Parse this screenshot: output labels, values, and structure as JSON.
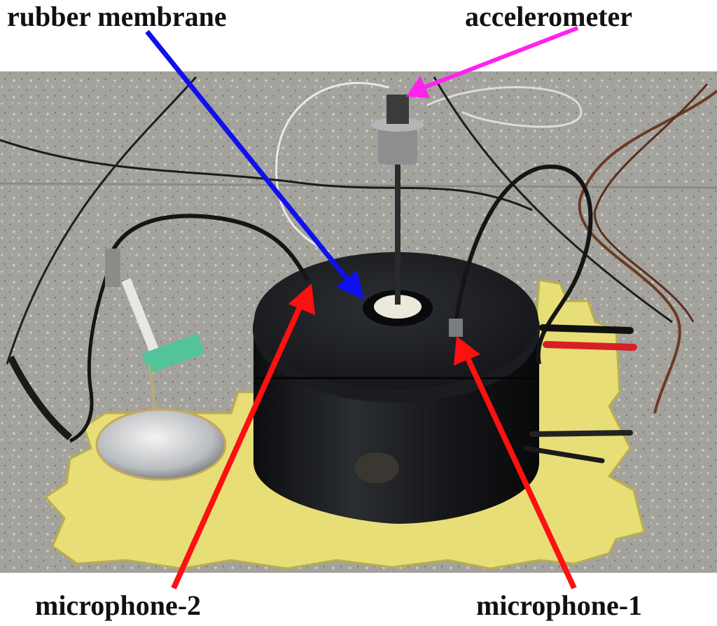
{
  "labels": {
    "rubber_membrane": "rubber membrane",
    "accelerometer": "accelerometer",
    "microphone_2": "microphone-2",
    "microphone_1": "microphone-1"
  },
  "colors": {
    "rubber_membrane_arrow": "#1010ee",
    "accelerometer_arrow": "#ff22ee",
    "microphone_arrow": "#ff1010",
    "label_text": "#111111",
    "background": "#ffffff",
    "floor": "#9e9d98",
    "mat": "#e8de78",
    "drum": "#17191c"
  }
}
